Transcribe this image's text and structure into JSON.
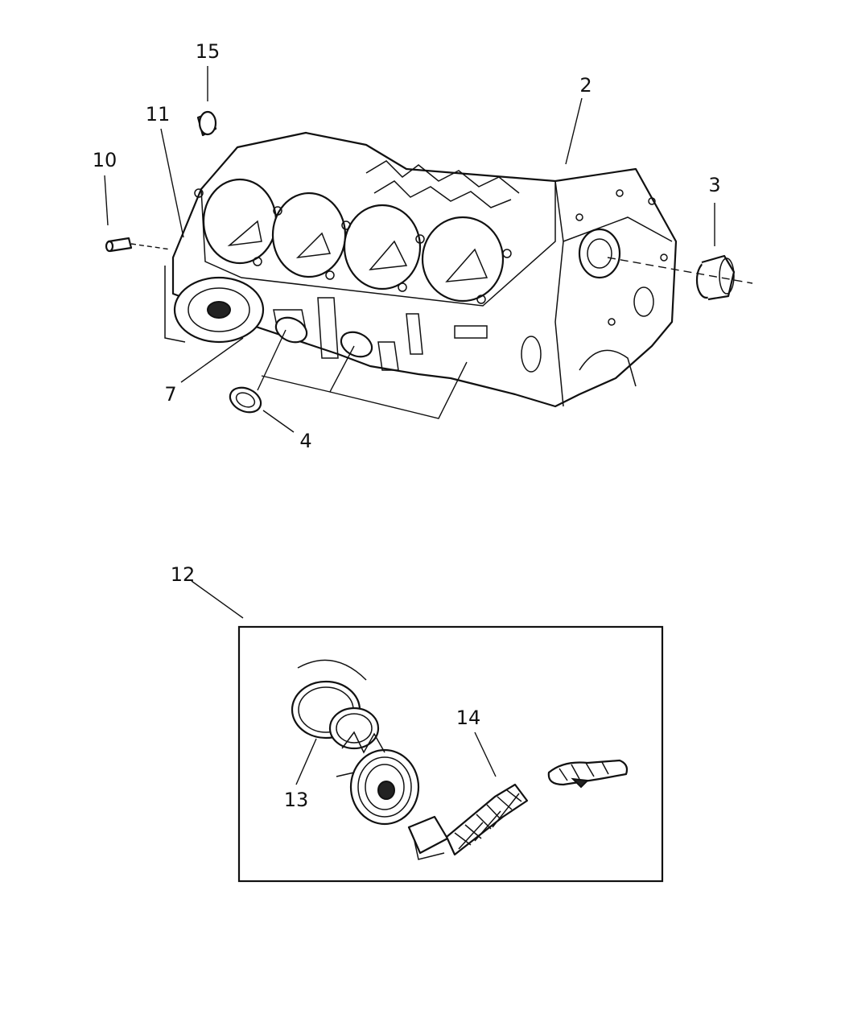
{
  "callouts": {
    "c15": "15",
    "c11": "11",
    "c10": "10",
    "c2": "2",
    "c3": "3",
    "c7": "7",
    "c4": "4",
    "c12": "12",
    "c13": "13",
    "c14": "14"
  }
}
